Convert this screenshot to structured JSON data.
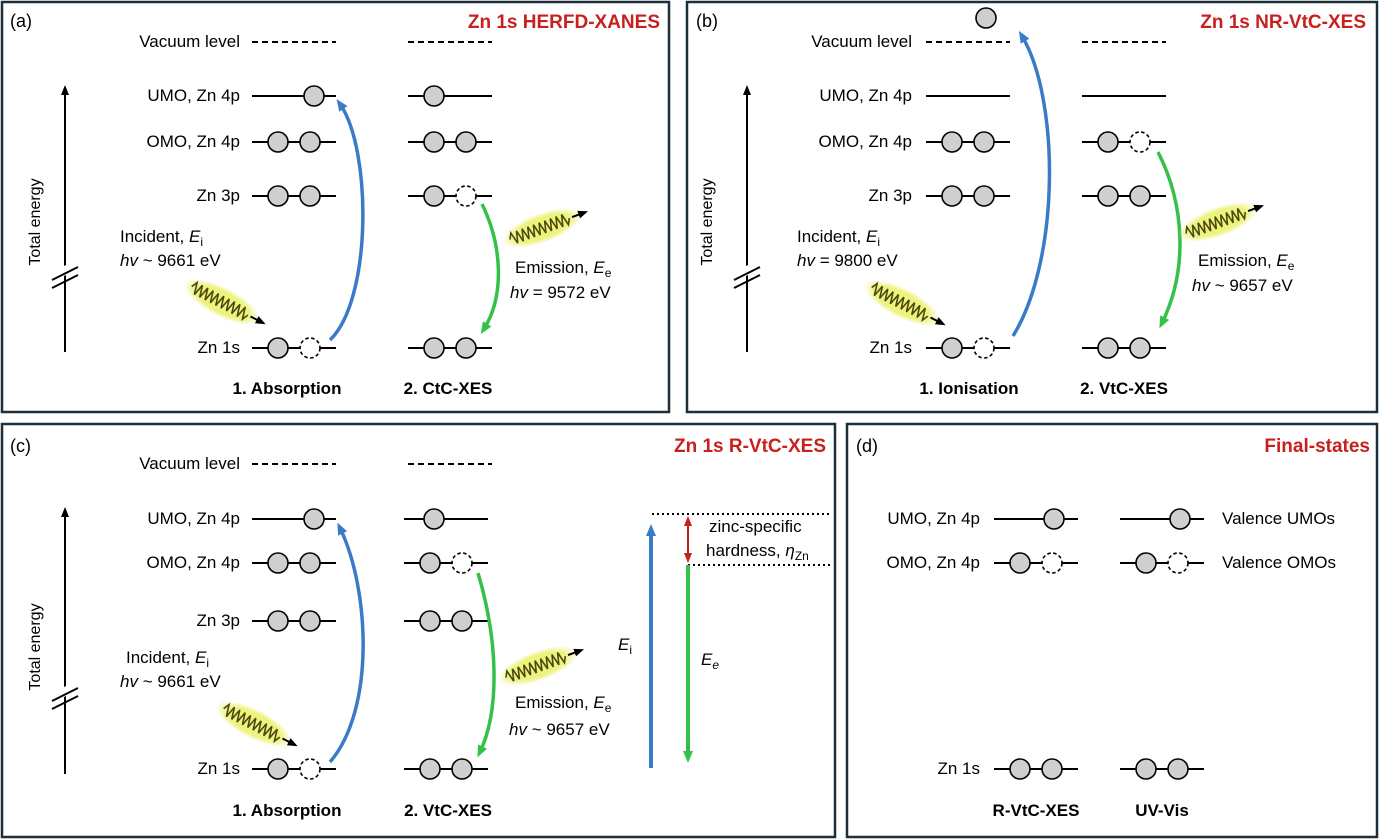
{
  "colors": {
    "title": "#c8201e",
    "absorption_arrow": "#3a7bc8",
    "emission_arrow": "#35c04a",
    "hardness_arrow": "#c8201e",
    "photon_glow": "#eaf06a",
    "photon_wave": "#4a4a10",
    "electron_fill": "#cfcfcf",
    "panel_border": "#1f2f3a"
  },
  "icons": [
    "electron-circle",
    "hole-circle",
    "photon-wave",
    "curved-arrow",
    "axis-break"
  ],
  "axis_label": "Total energy",
  "panels": {
    "a": {
      "letter": "(a)",
      "title": "Zn 1s HERFD-XANES",
      "levels": [
        "Vacuum level",
        "UMO, Zn 4p",
        "OMO, Zn 4p",
        "Zn 3p",
        "Zn 1s"
      ],
      "steps": [
        "1. Absorption",
        "2. CtC-XES"
      ],
      "incident": {
        "line1": "Incident, ",
        "sym": "E",
        "sub": "i",
        "hv": "hv",
        "val": " ~ 9661 eV"
      },
      "emission": {
        "line1": "Emission, ",
        "sym": "E",
        "sub": "e",
        "hv": "hv",
        "val": " = 9572 eV"
      }
    },
    "b": {
      "letter": "(b)",
      "title": "Zn 1s NR-VtC-XES",
      "levels": [
        "Vacuum level",
        "UMO, Zn 4p",
        "OMO, Zn 4p",
        "Zn 3p",
        "Zn 1s"
      ],
      "steps": [
        "1. Ionisation",
        "2. VtC-XES"
      ],
      "incident": {
        "line1": "Incident, ",
        "sym": "E",
        "sub": "i",
        "hv": "hv",
        "val": " = 9800 eV"
      },
      "emission": {
        "line1": "Emission, ",
        "sym": "E",
        "sub": "e",
        "hv": "hv",
        "val": " ~ 9657 eV"
      }
    },
    "c": {
      "letter": "(c)",
      "title": "Zn 1s R-VtC-XES",
      "levels": [
        "Vacuum level",
        "UMO, Zn 4p",
        "OMO, Zn 4p",
        "Zn 3p",
        "Zn 1s"
      ],
      "steps": [
        "1. Absorption",
        "2. VtC-XES"
      ],
      "incident": {
        "line1": "Incident, ",
        "sym": "E",
        "sub": "i",
        "hv": "hv",
        "val": " ~ 9661 eV"
      },
      "emission": {
        "line1": "Emission, ",
        "sym": "E",
        "sub": "e",
        "hv": "hv",
        "val": " ~ 9657 eV"
      },
      "hardness": {
        "line1": "zinc-specific",
        "line2": "hardness, ",
        "sym": "η",
        "sub": "Zn"
      },
      "ei": {
        "sym": "E",
        "sub": "i"
      },
      "ee": {
        "sym": "E",
        "sub": "e"
      }
    },
    "d": {
      "letter": "(d)",
      "title": "Final-states",
      "levels": [
        "UMO, Zn 4p",
        "OMO, Zn 4p",
        "Zn 1s"
      ],
      "right_labels": [
        "Valence UMOs",
        "Valence OMOs"
      ],
      "steps": [
        "R-VtC-XES",
        "UV-Vis"
      ]
    }
  }
}
